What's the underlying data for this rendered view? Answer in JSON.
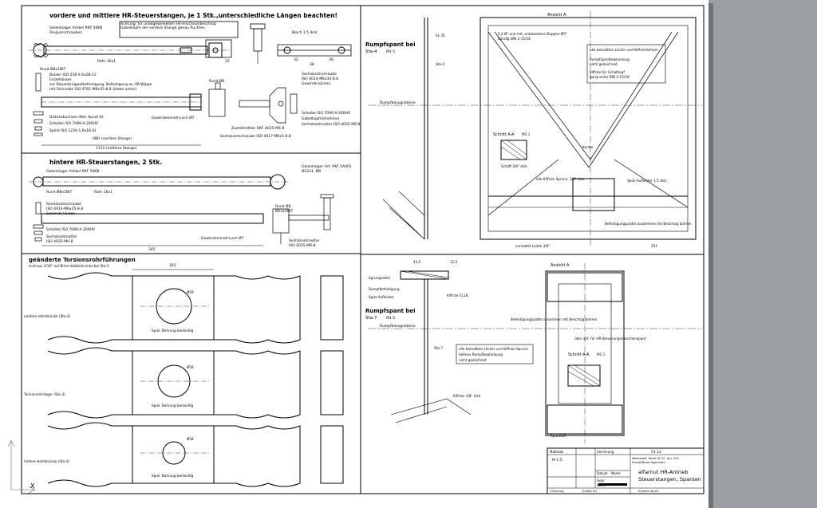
{
  "sheet": {
    "background_color": "#9b9ea3",
    "paper_color": "#ffffff",
    "line_color": "#000000"
  },
  "panel_top_left": {
    "title": "vordere und mittlere HR-Steuerstangen, je 1 Stk.,unterschiedliche Längen beachten!",
    "note_box": "Achtung: für unabgewinkelten HR-Anschlussbeschlag Gabelköpfe der vordere Stange genau fluchten",
    "labels": {
      "gelenklager": "Gelenklager Artikel RKF 50KB",
      "gelenklager2": "Ringverschrauben",
      "rohr": "Rohr 16x1",
      "rund": "Rund Ø8x1NIT",
      "bolzen1": "Bolzen ISO Z36 ll-6x2B-12",
      "bolzen2": "Einzelkörper",
      "bolzen3": "zur Steuerknüppelbefestigung, Befestigung an HR-Wippe",
      "bolzen4": "mit Schraube ISO 4761-M6x35-8.8 (klebe unten)",
      "distanz": "Distanzbuchsen Mat. Kunst-St",
      "scheibe1": "Scheibe ISO 7089-A-200HV",
      "splint": "Splint ISO 1234-1,6x16-St",
      "blech": "Blech 1,5 dick",
      "rund6": "Rund Ø6",
      "sechskant": "Sechskantschraube",
      "sechskant2": "ISO 4014-M6x35-8.8",
      "sechskant3": "Gewinde kürzen",
      "scheibe2": "Scheibe ISO 7090-A-200HV",
      "gabelkopf": "Gabelkopfmitnehmer",
      "gewinde": "Gewindeeinroll-Loch Ø7",
      "zustell": "Zustellmittler RKF 4035-M6-8",
      "mutter": "Sechskantmutter ISO 4035-M6-8",
      "mutter2": "Sechskantschraube ISO 4017-M6x5-8.8",
      "vbh": "VBH (vordere Stange)",
      "len1": "1115 (mittlere Stange)"
    },
    "dims": {
      "d1": "25",
      "d2": "32",
      "d3": "38",
      "d4": "30"
    }
  },
  "panel_mid_left": {
    "title": "hintere HR-Steuerstangen, 2 Stk.",
    "labels": {
      "gelenklager": "Gelenklager Artikel RKF 50KB",
      "rund": "Rund Ø8x1NIT",
      "rohr": "Rohr 16x1",
      "gelenk2": "Gelenklager Art. RKF 5A401",
      "gelenk2b": "Ø12x1, Ø8",
      "sechskant": "Sechskantschraube",
      "sechskant2": "ISO 4014-M6x35-8.8",
      "sechskant3": "Gewinde kürzen",
      "scheibe": "Scheibe ISO 7089-A-200HV",
      "mutter": "Sechskantmutter",
      "mutter2": "ISO 4035-M6-8",
      "rundrb": "Rund Ø8",
      "rundrb2": "Ø12x1NIT",
      "gewinde": "Gewindeeinroll-Loch Ø7",
      "mutter3": "Sechskantmutter",
      "mutter4": "ISO 4035-M6-8",
      "len": "345"
    }
  },
  "panel_bottom_left": {
    "title": "geänderte Torsionsrohrführungen",
    "subtitle": "sind aus 3/16\" auf Birke Holzteile links bei Sta-3",
    "rows": [
      {
        "label": "vordere Holmbrücke (Sta-2)",
        "hole_note": "Spiel, Bohrung beidseitig",
        "dia": "Ø58"
      },
      {
        "label": "Torsionsrohrlager (Sta-3)",
        "hole_note": "Spiel, Bohrung beidseitig",
        "dia": "Ø58"
      },
      {
        "label": "hintere Holmbrücke (Sta-4)",
        "hole_note": "Spiel, Bohrung beidseitig",
        "dia": "Ø58"
      }
    ],
    "dim_top": "181"
  },
  "panel_top_right": {
    "title1": "Rumpfspant bei",
    "title2": "Sta-4",
    "scale": "M1:5",
    "view": "Ansicht A",
    "axis_label": "Rumpfbezugsebene",
    "section": "Schnitt A-A",
    "section_scale": "M1:1",
    "notes": [
      "5,2 Ø\" und mit, entstandene Doppler Ø5\"",
      "bündig DIN 2-15/18",
      "alle bemaßten Löcher und Kiffrierlöchern",
      "Rumpfspantbeplankung",
      "nicht gezeichnet",
      "Kiffrize für Schalltopf",
      "gung siehe DIN 3-15/18"
    ],
    "labels": {
      "sl35": "SL 35",
      "sta4": "Sta-4",
      "kante": "Kanter",
      "spiel": "Schliff 3/8\" dick",
      "schraube": "alle Kiffrize Spruce, 3/8\" dick",
      "spitz": "Spitz-Aufleister 1.5 dick",
      "befestigung": "Befestigungsplatte zusammen mit Beschlag bohren",
      "versetzt": "versetzte Leiste 3/8\"",
      "dim": "255"
    }
  },
  "panel_bottom_right": {
    "title1": "Rumpfspant bei",
    "title2": "Sta-7",
    "scale": "M1:5",
    "view": "Ansicht A",
    "axis_label": "Rumpfbezugsebene",
    "section": "Schnitt A-A",
    "section_scale": "M1:1",
    "notes_box": [
      "alle bemaßten Löcher und Kiffrize Spruce",
      "Seitens Rumpfbeplankung",
      "nicht gezeichnet"
    ],
    "labels": {
      "dim1": "43,5",
      "dim2": "12,5",
      "sprung": "Sprungsattel",
      "tamp": "Rumpfbefestigung",
      "holm": "Spitz-Aufleister ",
      "sl": "Kiffrize 5L18,",
      "sta7": "Sta-7",
      "befest": "Befestigungsplatte zusammen mit Beschlag bohren",
      "ueber": "über x/d. für HR-Steuerungszwischenspant",
      "spantfuss": "Spantfuß",
      "kiffrize": "Kiffrize 3/8\" dick"
    }
  },
  "title_block": {
    "company": "alfarnut HR-Antrieb",
    "drawing": "Steuerstangen, Spanten",
    "scale": "M 1:5",
    "sheet_no": "51.12",
    "fields": [
      "Maßstab",
      "Zeichnung",
      "Datum",
      "Name",
      "Gepr.",
      "Norm"
    ],
    "material": "Werkstoff: Stahl St 37, Alu, ISO",
    "material2": "Fichte/Birke Sperrholz",
    "footer_left": "Ursprung",
    "footer_mid": "Ersatz für",
    "footer_right": "Ersetzt durch"
  }
}
